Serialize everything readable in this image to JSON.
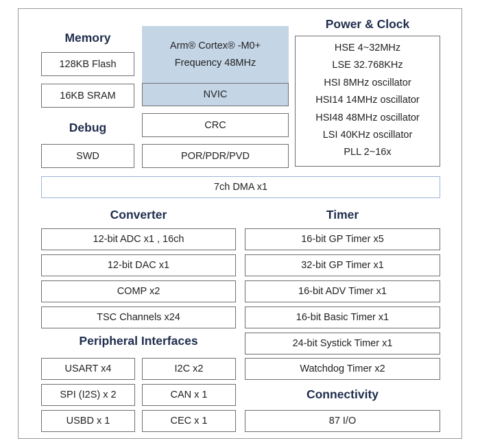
{
  "memory": {
    "heading": "Memory",
    "items": [
      "128KB Flash",
      "16KB SRAM"
    ]
  },
  "debug": {
    "heading": "Debug",
    "items": [
      "SWD"
    ]
  },
  "core": {
    "line1": "Arm® Cortex® -M0+",
    "line2": "Frequency 48MHz",
    "blocks": [
      "NVIC",
      "CRC",
      "POR/PDR/PVD"
    ]
  },
  "power_clock": {
    "heading": "Power & Clock",
    "items": [
      "HSE 4~32MHz",
      "LSE 32.768KHz",
      "HSI 8MHz oscillator",
      "HSI14 14MHz oscillator",
      "HSI48 48MHz oscillator",
      "LSI 40KHz oscillator",
      "PLL 2~16x"
    ]
  },
  "dma": {
    "label": "7ch DMA  x1"
  },
  "converter": {
    "heading": "Converter",
    "items": [
      "12-bit ADC x1 , 16ch",
      "12-bit DAC x1",
      "COMP x2",
      "TSC Channels x24"
    ]
  },
  "timer": {
    "heading": "Timer",
    "items": [
      "16-bit GP Timer x5",
      "32-bit GP Timer x1",
      "16-bit  ADV Timer x1",
      "16-bit Basic Timer x1",
      "24-bit  Systick Timer x1",
      "Watchdog Timer x2"
    ]
  },
  "peripheral": {
    "heading": "Peripheral Interfaces",
    "items": [
      "USART x4",
      "I2C x2",
      "SPI (I2S) x 2",
      "CAN x 1",
      "USBD x 1",
      "CEC x 1"
    ]
  },
  "connectivity": {
    "heading": "Connectivity",
    "items": [
      "87 I/O"
    ]
  }
}
